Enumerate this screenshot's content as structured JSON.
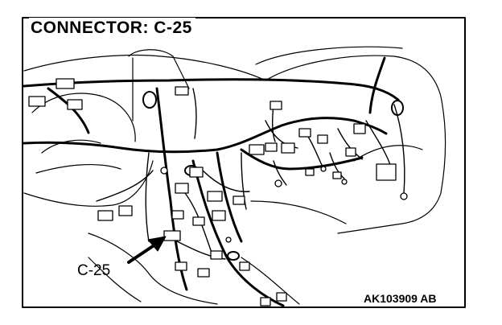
{
  "diagram": {
    "title": "CONNECTOR: C-25",
    "callout_label": "C-25",
    "figure_id": "AK103909 AB"
  }
}
